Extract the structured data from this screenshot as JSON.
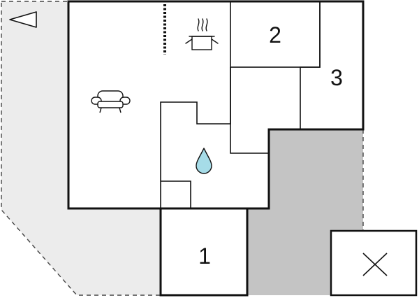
{
  "rooms": [
    {
      "label": "1"
    },
    {
      "label": "2"
    },
    {
      "label": "3"
    }
  ],
  "icons": {
    "compass": "triangle-pointer-icon",
    "sofa": "sofa-icon",
    "kitchen": "cooking-pot-icon",
    "bathroom": "water-drop-icon",
    "stairs": "stairs-icon",
    "closed_area": "x-mark-icon"
  },
  "colors": {
    "wall": "#111111",
    "terrace": "#ececec",
    "covered_area": "#c4c4c4",
    "water": "#a6dce8",
    "background": "#ffffff"
  }
}
